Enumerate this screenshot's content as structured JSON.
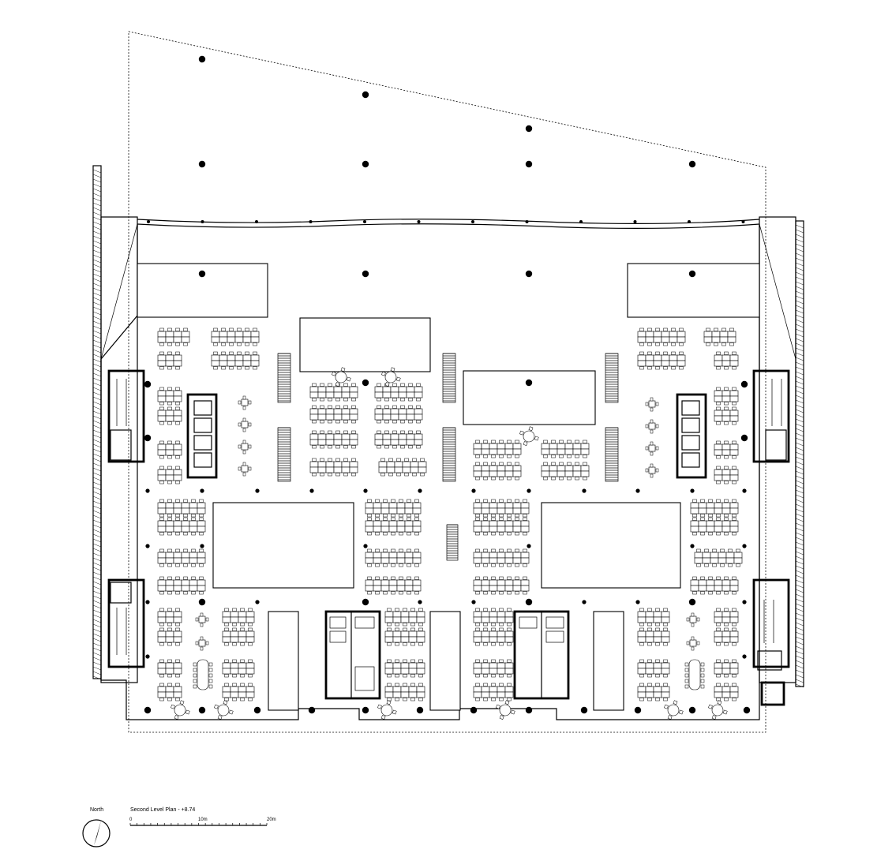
{
  "drawing": {
    "north_label": "North",
    "plan_title": "Second Level Plan - +8.74",
    "scale_labels": [
      "0",
      "10m",
      "20m"
    ]
  },
  "colors": {
    "line": "#000000",
    "background": "#ffffff"
  }
}
